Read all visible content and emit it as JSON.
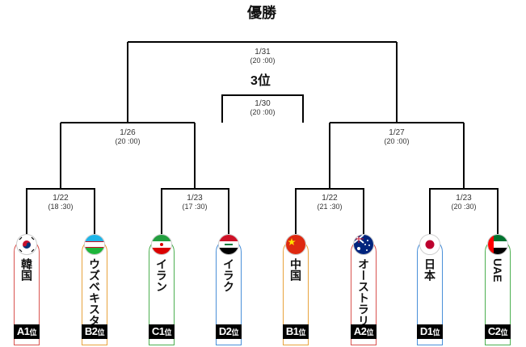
{
  "titles": {
    "champion": "優勝",
    "third_place": "3位"
  },
  "matches": {
    "final": {
      "date": "1/31",
      "time": "(20 :00)"
    },
    "third": {
      "date": "1/30",
      "time": "(20 :00)"
    },
    "sf_left": {
      "date": "1/26",
      "time": "(20 :00)"
    },
    "sf_right": {
      "date": "1/27",
      "time": "(20 :00)"
    },
    "qf1": {
      "date": "1/22",
      "time": "(18 :30)"
    },
    "qf2": {
      "date": "1/23",
      "time": "(17 :30)"
    },
    "qf3": {
      "date": "1/22",
      "time": "(21 :30)"
    },
    "qf4": {
      "date": "1/23",
      "time": "(20 :30)"
    }
  },
  "teams": [
    {
      "name": "韓国",
      "seed": "A1",
      "suffix": "位",
      "flag": "korea-flag-icon",
      "border": "#d9534f"
    },
    {
      "name": "ウズベキスタン",
      "seed": "B2",
      "suffix": "位",
      "flag": "uzbekistan-flag-icon",
      "border": "#e8a33d"
    },
    {
      "name": "イラン",
      "seed": "C1",
      "suffix": "位",
      "flag": "iran-flag-icon",
      "border": "#4caf50"
    },
    {
      "name": "イラク",
      "seed": "D2",
      "suffix": "位",
      "flag": "iraq-flag-icon",
      "border": "#4a90d9"
    },
    {
      "name": "中国",
      "seed": "B1",
      "suffix": "位",
      "flag": "china-flag-icon",
      "border": "#e8a33d"
    },
    {
      "name": "オーストラリア",
      "seed": "A2",
      "suffix": "位",
      "flag": "australia-flag-icon",
      "border": "#d9534f"
    },
    {
      "name": "日本",
      "seed": "D1",
      "suffix": "位",
      "flag": "japan-flag-icon",
      "border": "#4a90d9"
    },
    {
      "name": "UAE",
      "seed": "C2",
      "suffix": "位",
      "flag": "uae-flag-icon",
      "border": "#4caf50"
    }
  ]
}
